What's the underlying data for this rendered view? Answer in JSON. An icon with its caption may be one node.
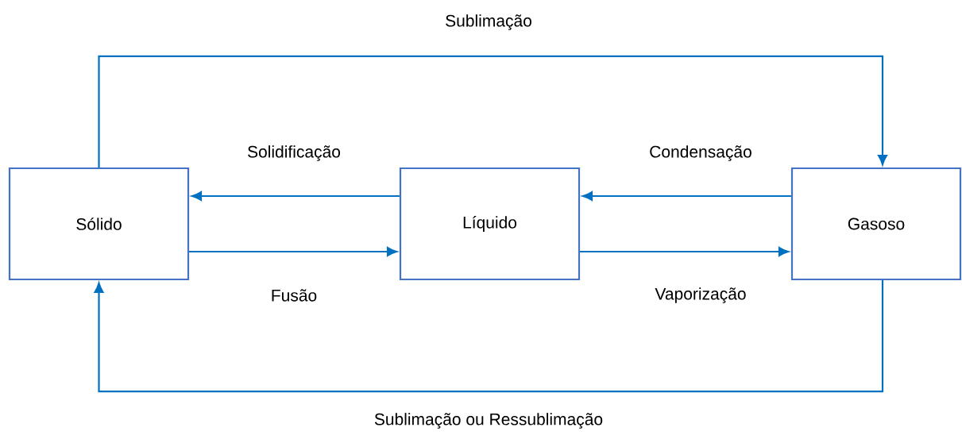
{
  "diagram": {
    "nodes": [
      {
        "text": [
          "Sólido"
        ]
      },
      {
        "text": [
          "Líquido"
        ]
      },
      {
        "text": [
          "Gasoso"
        ]
      }
    ],
    "edges": [
      {
        "from": 0,
        "to": 2,
        "arrow": "to",
        "label": "Sublimação"
      },
      {
        "from": 1,
        "to": 0,
        "arrow": "to",
        "label": "Solidificação"
      },
      {
        "from": 2,
        "to": 1,
        "arrow": "to",
        "label": "Condensação"
      },
      {
        "from": 0,
        "to": 1,
        "arrow": "to",
        "label": "Fusão"
      },
      {
        "from": 1,
        "to": 2,
        "arrow": "to",
        "label": "Vaporização"
      },
      {
        "from": 2,
        "to": 0,
        "arrow": "to",
        "label": "Sublimação ou Ressublimação"
      }
    ]
  }
}
